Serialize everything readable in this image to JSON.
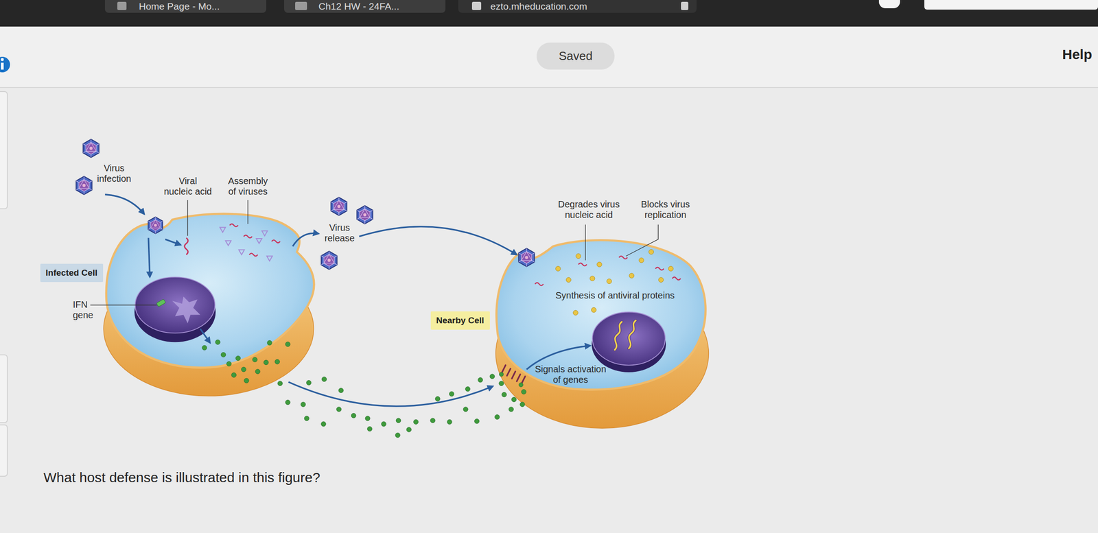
{
  "diagram": {
    "nodes": [
      {
        "text": [
          "Saved"
        ]
      },
      {
        "text": [
          "Infected Cell"
        ]
      },
      {
        "text": [
          "Nearby Cell"
        ]
      }
    ],
    "labels": [
      "Home Page - Mo...",
      "Ch12 HW - 24FA...",
      "ezto.mheducation.com",
      "Help",
      "Virus infection",
      "Viral nucleic acid",
      "Assembly of viruses",
      "Virus release",
      "IFN gene",
      "Degrades virus nucleic acid",
      "Blocks virus replication",
      "Synthesis of antiviral proteins",
      "Signals activation of genes",
      "What host defense is illustrated in this figure?"
    ]
  }
}
